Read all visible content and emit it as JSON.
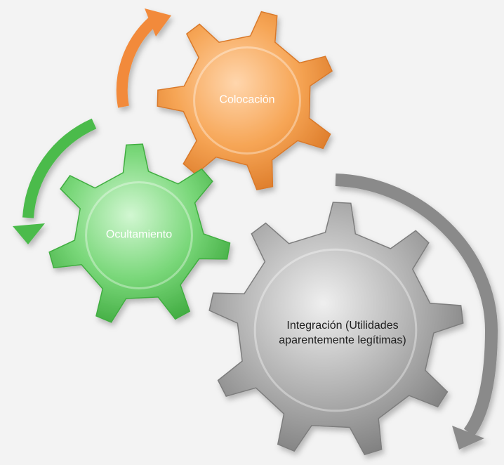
{
  "diagram": {
    "gears": [
      {
        "id": "colocacion",
        "label": "Colocación",
        "color": "#f5a04f",
        "color_light": "#ffd2a3",
        "color_dark": "#d9792a"
      },
      {
        "id": "ocultamiento",
        "label": "Ocultamiento",
        "color": "#6fd46f",
        "color_light": "#bff2bf",
        "color_dark": "#3fae3f"
      },
      {
        "id": "integracion",
        "label": "Integración (Utilidades aparentemente legítimas)",
        "color": "#a9a9a9",
        "color_light": "#e6e6e6",
        "color_dark": "#7d7d7d"
      }
    ],
    "arrows": [
      {
        "id": "orange-arrow",
        "color": "#f28a3a"
      },
      {
        "id": "green-arrow",
        "color": "#4cbb4c"
      },
      {
        "id": "gray-arrow",
        "color": "#8a8a8a"
      }
    ],
    "background": "#f3f3f3"
  }
}
